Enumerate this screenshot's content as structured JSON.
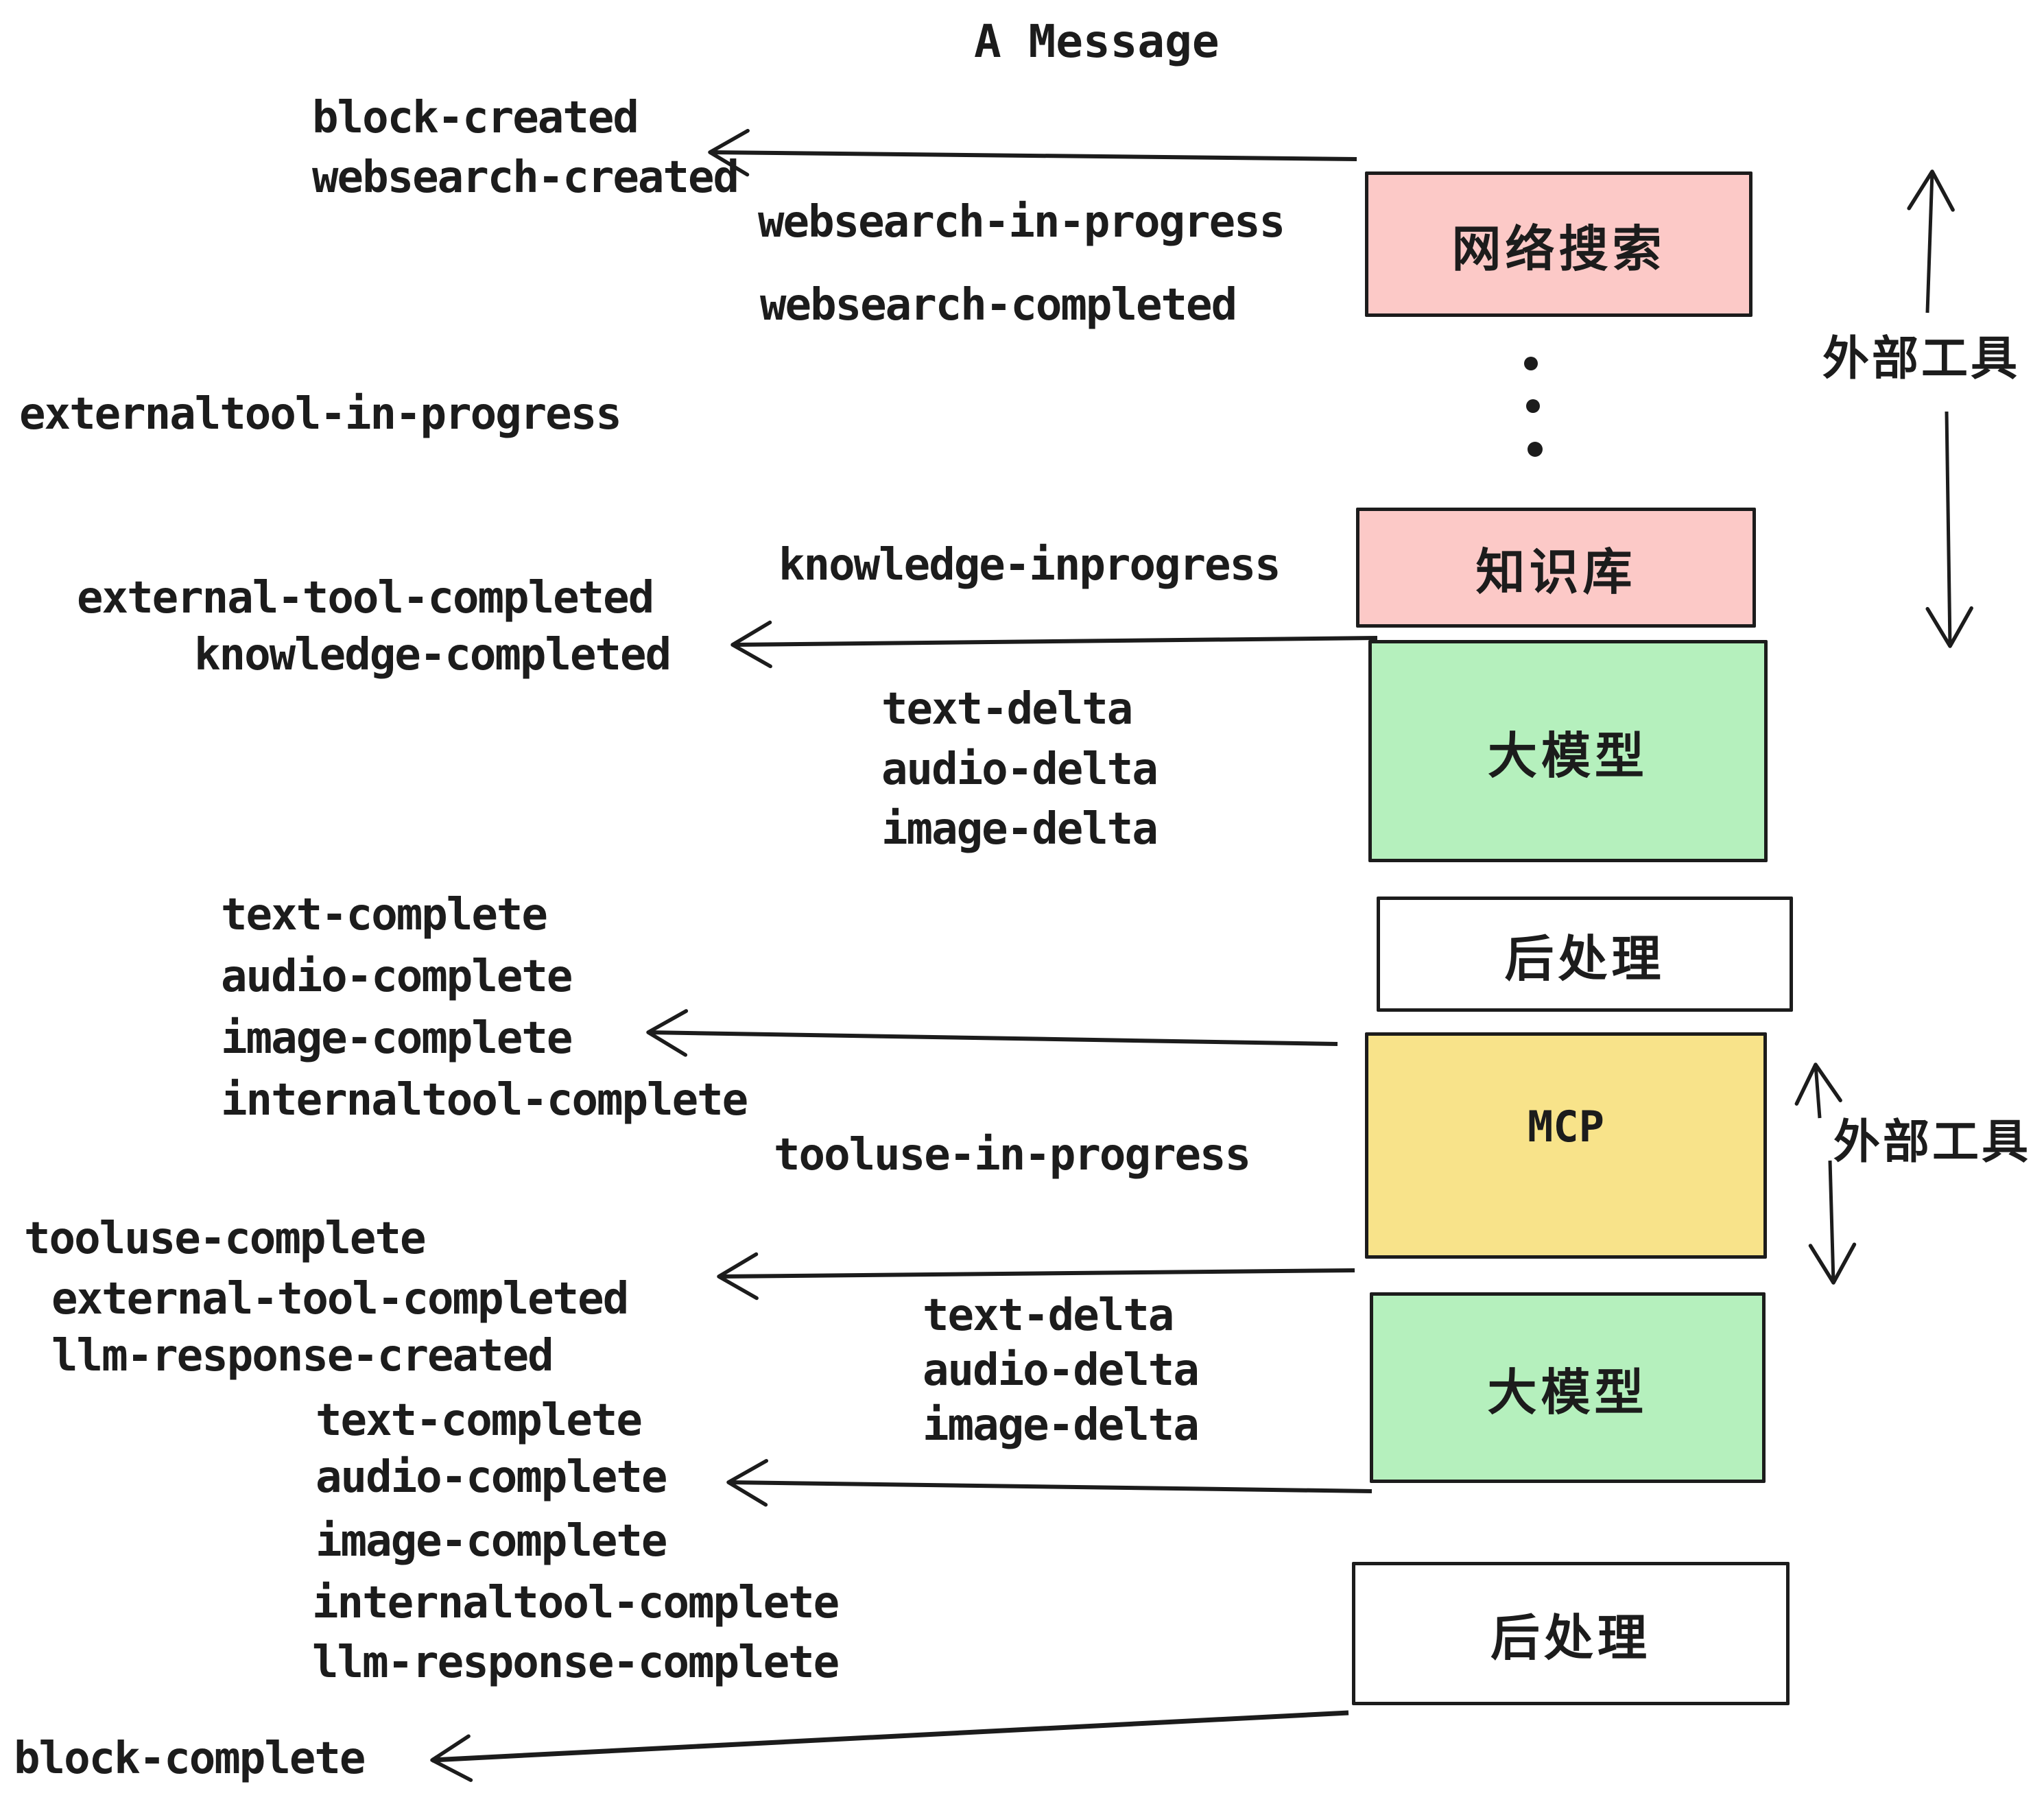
{
  "title": "A Message",
  "boxes": [
    {
      "name": "websearch",
      "label": "网络搜索",
      "fill": "#fcc9c7"
    },
    {
      "name": "knowledge",
      "label": "知识库",
      "fill": "#fcc9c7"
    },
    {
      "name": "llm-1",
      "label": "大模型",
      "fill": "#b5f0bd"
    },
    {
      "name": "post-1",
      "label": "后处理",
      "fill": "#ffffff"
    },
    {
      "name": "mcp",
      "label": "MCP",
      "fill": "#f8e38a"
    },
    {
      "name": "llm-2",
      "label": "大模型",
      "fill": "#b5f0bd"
    },
    {
      "name": "post-2",
      "label": "后处理",
      "fill": "#ffffff"
    }
  ],
  "annotations": [
    {
      "label": "外部工具"
    },
    {
      "label": "外部工具"
    }
  ],
  "events": [
    {
      "label": "block-created"
    },
    {
      "label": "websearch-created"
    },
    {
      "label": "websearch-in-progress"
    },
    {
      "label": "websearch-completed"
    },
    {
      "label": "externaltool-in-progress"
    },
    {
      "label": "knowledge-inprogress"
    },
    {
      "label": "external-tool-completed"
    },
    {
      "label": "knowledge-completed"
    },
    {
      "label": "text-delta"
    },
    {
      "label": "audio-delta"
    },
    {
      "label": "image-delta"
    },
    {
      "label": "text-complete"
    },
    {
      "label": "audio-complete"
    },
    {
      "label": "image-complete"
    },
    {
      "label": "internaltool-complete"
    },
    {
      "label": "tooluse-in-progress"
    },
    {
      "label": "tooluse-complete"
    },
    {
      "label": "external-tool-completed"
    },
    {
      "label": "llm-response-created"
    },
    {
      "label": "text-complete"
    },
    {
      "label": "audio-complete"
    },
    {
      "label": "image-complete"
    },
    {
      "label": "internaltool-complete"
    },
    {
      "label": "llm-response-complete"
    },
    {
      "label": "block-complete"
    }
  ],
  "colors": {
    "stroke": "#1c1c1c",
    "pink": "#fcc9c7",
    "green": "#b5f0bd",
    "yellow": "#f8e38a",
    "white": "#ffffff",
    "background": "#ffffff"
  }
}
